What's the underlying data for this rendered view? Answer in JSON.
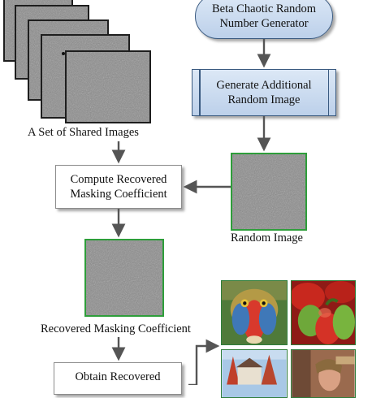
{
  "nodes": {
    "generator": {
      "line1": "Beta Chaotic Random",
      "line2": "Number Generator"
    },
    "generate_image": {
      "line1": "Generate Additional",
      "line2": "Random Image"
    },
    "compute": {
      "line1": "Compute Recovered",
      "line2": "Masking Coefficient"
    },
    "obtain": {
      "line1": "Obtain Recovered"
    }
  },
  "labels": {
    "shared_images": "A Set of Shared Images",
    "random_image": "Random Image",
    "recovered_coeff": "Recovered Masking Coefficient"
  },
  "colors": {
    "box_border": "#8c8c8c",
    "blue_fill": "#bcd0ea",
    "blue_border": "#3a5a80",
    "image_frame": "#2e9e3a",
    "arrow": "#555555"
  }
}
